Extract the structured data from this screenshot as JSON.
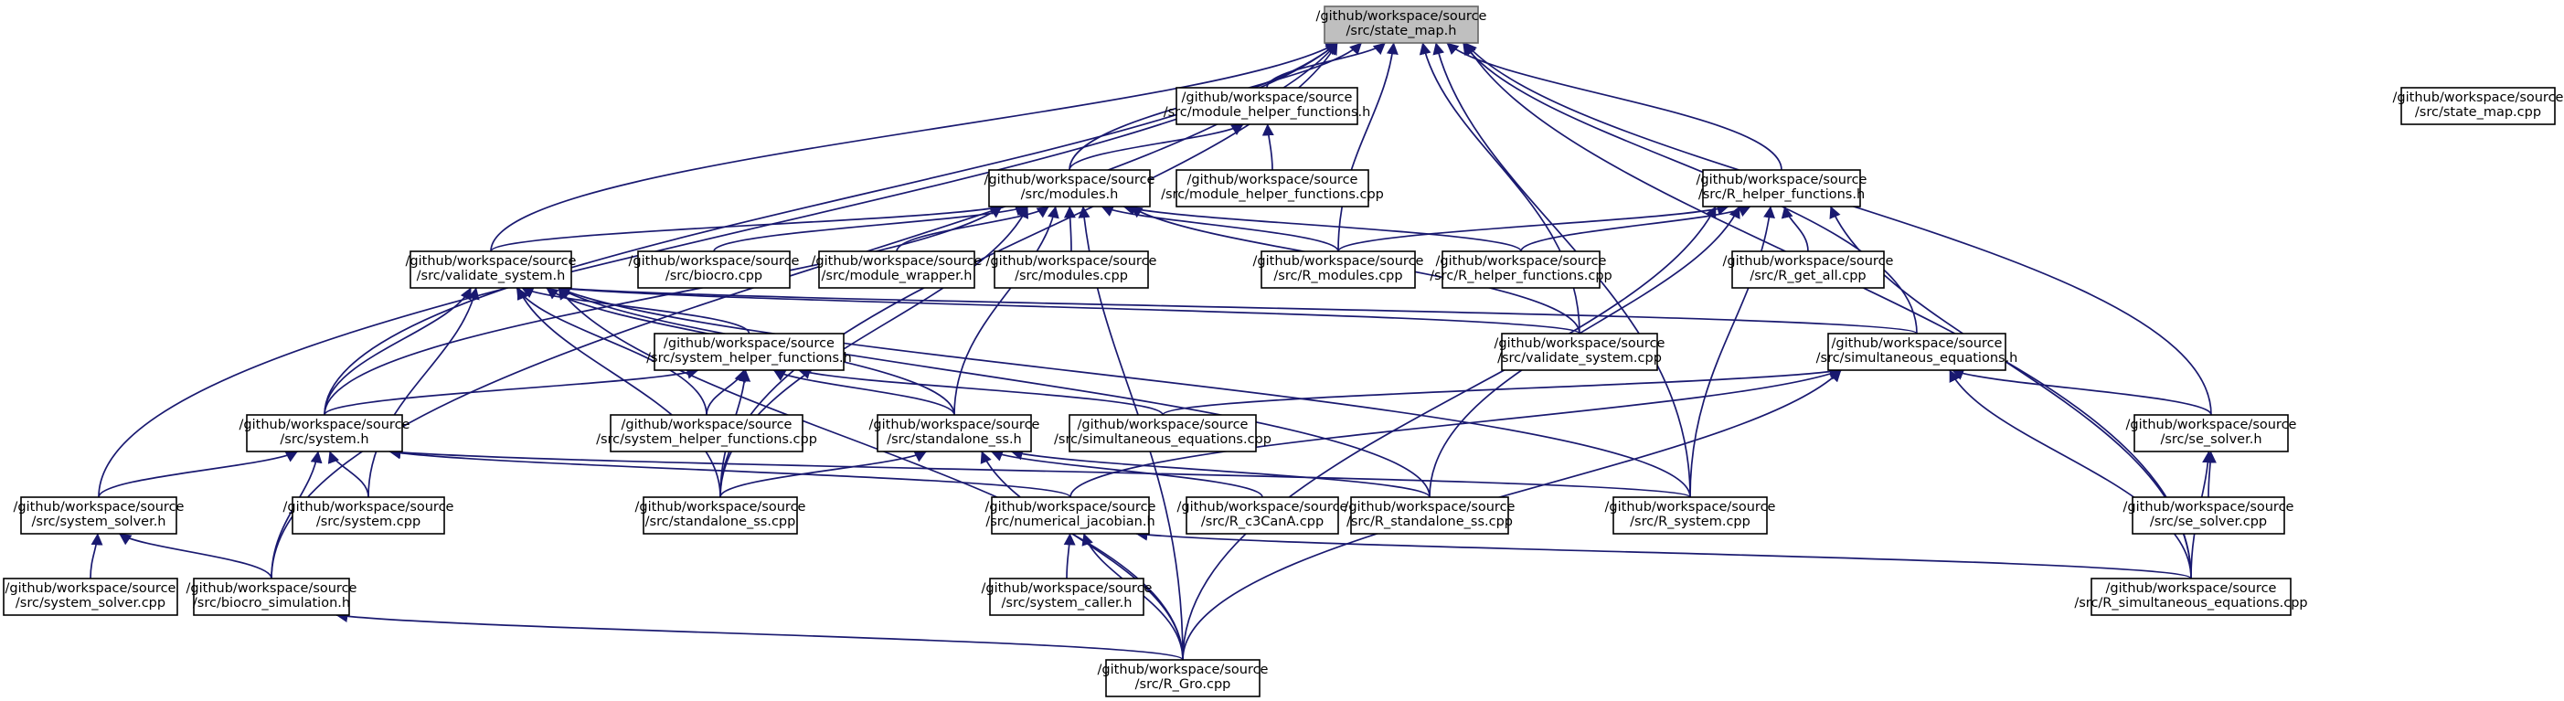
{
  "title": "",
  "colors": {
    "edge": "#191970",
    "node_border": "#000000",
    "root_fill": "#bfbfbf",
    "node_fill": "#ffffff"
  },
  "nodes": [
    {
      "id": "state_map_h",
      "line1": "/github/workspace/source",
      "line2": "/src/state_map.h",
      "root": true
    },
    {
      "id": "state_map_cpp",
      "line1": "/github/workspace/source",
      "line2": "/src/state_map.cpp"
    },
    {
      "id": "module_helper_functions_h",
      "line1": "/github/workspace/source",
      "line2": "/src/module_helper_functions.h"
    },
    {
      "id": "module_helper_functions_cpp",
      "line1": "/github/workspace/source",
      "line2": "/src/module_helper_functions.cpp"
    },
    {
      "id": "modules_h",
      "line1": "/github/workspace/source",
      "line2": "/src/modules.h"
    },
    {
      "id": "R_helper_functions_h",
      "line1": "/github/workspace/source",
      "line2": "/src/R_helper_functions.h"
    },
    {
      "id": "validate_system_h",
      "line1": "/github/workspace/source",
      "line2": "/src/validate_system.h"
    },
    {
      "id": "biocro_cpp",
      "line1": "/github/workspace/source",
      "line2": "/src/biocro.cpp"
    },
    {
      "id": "module_wrapper_h",
      "line1": "/github/workspace/source",
      "line2": "/src/module_wrapper.h"
    },
    {
      "id": "modules_cpp",
      "line1": "/github/workspace/source",
      "line2": "/src/modules.cpp"
    },
    {
      "id": "R_modules_cpp",
      "line1": "/github/workspace/source",
      "line2": "/src/R_modules.cpp"
    },
    {
      "id": "R_helper_functions_cpp",
      "line1": "/github/workspace/source",
      "line2": "/src/R_helper_functions.cpp"
    },
    {
      "id": "R_get_all_cpp",
      "line1": "/github/workspace/source",
      "line2": "/src/R_get_all.cpp"
    },
    {
      "id": "system_helper_functions_h",
      "line1": "/github/workspace/source",
      "line2": "/src/system_helper_functions.h"
    },
    {
      "id": "validate_system_cpp",
      "line1": "/github/workspace/source",
      "line2": "/src/validate_system.cpp"
    },
    {
      "id": "simultaneous_equations_h",
      "line1": "/github/workspace/source",
      "line2": "/src/simultaneous_equations.h"
    },
    {
      "id": "system_h",
      "line1": "/github/workspace/source",
      "line2": "/src/system.h"
    },
    {
      "id": "system_helper_functions_cpp",
      "line1": "/github/workspace/source",
      "line2": "/src/system_helper_functions.cpp"
    },
    {
      "id": "standalone_ss_h",
      "line1": "/github/workspace/source",
      "line2": "/src/standalone_ss.h"
    },
    {
      "id": "simultaneous_equations_cpp",
      "line1": "/github/workspace/source",
      "line2": "/src/simultaneous_equations.cpp"
    },
    {
      "id": "se_solver_h",
      "line1": "/github/workspace/source",
      "line2": "/src/se_solver.h"
    },
    {
      "id": "system_solver_h",
      "line1": "/github/workspace/source",
      "line2": "/src/system_solver.h"
    },
    {
      "id": "system_cpp",
      "line1": "/github/workspace/source",
      "line2": "/src/system.cpp"
    },
    {
      "id": "standalone_ss_cpp",
      "line1": "/github/workspace/source",
      "line2": "/src/standalone_ss.cpp"
    },
    {
      "id": "numerical_jacobian_h",
      "line1": "/github/workspace/source",
      "line2": "/src/numerical_jacobian.h"
    },
    {
      "id": "R_c3CanA_cpp",
      "line1": "/github/workspace/source",
      "line2": "/src/R_c3CanA.cpp"
    },
    {
      "id": "R_standalone_ss_cpp",
      "line1": "/github/workspace/source",
      "line2": "/src/R_standalone_ss.cpp"
    },
    {
      "id": "R_system_cpp",
      "line1": "/github/workspace/source",
      "line2": "/src/R_system.cpp"
    },
    {
      "id": "se_solver_cpp",
      "line1": "/github/workspace/source",
      "line2": "/src/se_solver.cpp"
    },
    {
      "id": "system_solver_cpp",
      "line1": "/github/workspace/source",
      "line2": "/src/system_solver.cpp"
    },
    {
      "id": "biocro_simulation_h",
      "line1": "/github/workspace/source",
      "line2": "/src/biocro_simulation.h"
    },
    {
      "id": "system_caller_h",
      "line1": "/github/workspace/source",
      "line2": "/src/system_caller.h"
    },
    {
      "id": "R_simultaneous_equations_cpp",
      "line1": "/github/workspace/source",
      "line2": "/src/R_simultaneous_equations.cpp"
    },
    {
      "id": "R_Gro_cpp",
      "line1": "/github/workspace/source",
      "line2": "/src/R_Gro.cpp"
    }
  ],
  "edges": [
    {
      "from": "module_helper_functions_h",
      "to": "state_map_h"
    },
    {
      "from": "modules_h",
      "to": "state_map_h"
    },
    {
      "from": "R_helper_functions_h",
      "to": "state_map_h"
    },
    {
      "from": "validate_system_h",
      "to": "state_map_h"
    },
    {
      "from": "R_modules_cpp",
      "to": "state_map_h"
    },
    {
      "from": "validate_system_cpp",
      "to": "state_map_h"
    },
    {
      "from": "simultaneous_equations_h",
      "to": "state_map_h"
    },
    {
      "from": "system_h",
      "to": "state_map_h"
    },
    {
      "from": "standalone_ss_cpp",
      "to": "state_map_h"
    },
    {
      "from": "se_solver_h",
      "to": "state_map_h"
    },
    {
      "from": "system_solver_h",
      "to": "state_map_h"
    },
    {
      "from": "biocro_simulation_h",
      "to": "state_map_h"
    },
    {
      "from": "R_system_cpp",
      "to": "state_map_h"
    },
    {
      "from": "R_simultaneous_equations_cpp",
      "to": "state_map_h"
    },
    {
      "from": "module_helper_functions_cpp",
      "to": "module_helper_functions_h"
    },
    {
      "from": "modules_h",
      "to": "module_helper_functions_h"
    },
    {
      "from": "validate_system_h",
      "to": "modules_h"
    },
    {
      "from": "biocro_cpp",
      "to": "modules_h"
    },
    {
      "from": "module_wrapper_h",
      "to": "modules_h"
    },
    {
      "from": "modules_cpp",
      "to": "modules_h"
    },
    {
      "from": "R_modules_cpp",
      "to": "modules_h"
    },
    {
      "from": "R_helper_functions_cpp",
      "to": "modules_h"
    },
    {
      "from": "validate_system_cpp",
      "to": "modules_h"
    },
    {
      "from": "system_h",
      "to": "modules_h"
    },
    {
      "from": "standalone_ss_h",
      "to": "modules_h"
    },
    {
      "from": "standalone_ss_cpp",
      "to": "modules_h"
    },
    {
      "from": "R_Gro_cpp",
      "to": "modules_h"
    },
    {
      "from": "R_modules_cpp",
      "to": "R_helper_functions_h"
    },
    {
      "from": "R_helper_functions_cpp",
      "to": "R_helper_functions_h"
    },
    {
      "from": "R_get_all_cpp",
      "to": "R_helper_functions_h"
    },
    {
      "from": "R_system_cpp",
      "to": "R_helper_functions_h"
    },
    {
      "from": "R_standalone_ss_cpp",
      "to": "R_helper_functions_h"
    },
    {
      "from": "R_simultaneous_equations_cpp",
      "to": "R_helper_functions_h"
    },
    {
      "from": "R_Gro_cpp",
      "to": "R_helper_functions_h"
    },
    {
      "from": "system_helper_functions_h",
      "to": "validate_system_h"
    },
    {
      "from": "validate_system_cpp",
      "to": "validate_system_h"
    },
    {
      "from": "simultaneous_equations_h",
      "to": "validate_system_h"
    },
    {
      "from": "system_h",
      "to": "validate_system_h"
    },
    {
      "from": "system_helper_functions_cpp",
      "to": "validate_system_h"
    },
    {
      "from": "standalone_ss_h",
      "to": "validate_system_h"
    },
    {
      "from": "system_cpp",
      "to": "validate_system_h"
    },
    {
      "from": "standalone_ss_cpp",
      "to": "validate_system_h"
    },
    {
      "from": "R_standalone_ss_cpp",
      "to": "validate_system_h"
    },
    {
      "from": "R_system_cpp",
      "to": "validate_system_h"
    },
    {
      "from": "R_Gro_cpp",
      "to": "validate_system_h"
    },
    {
      "from": "system_h",
      "to": "system_helper_functions_h"
    },
    {
      "from": "system_helper_functions_cpp",
      "to": "system_helper_functions_h"
    },
    {
      "from": "standalone_ss_h",
      "to": "system_helper_functions_h"
    },
    {
      "from": "simultaneous_equations_cpp",
      "to": "system_helper_functions_h"
    },
    {
      "from": "standalone_ss_cpp",
      "to": "system_helper_functions_h"
    },
    {
      "from": "simultaneous_equations_cpp",
      "to": "simultaneous_equations_h"
    },
    {
      "from": "se_solver_h",
      "to": "simultaneous_equations_h"
    },
    {
      "from": "numerical_jacobian_h",
      "to": "simultaneous_equations_h"
    },
    {
      "from": "R_simultaneous_equations_cpp",
      "to": "simultaneous_equations_h"
    },
    {
      "from": "R_Gro_cpp",
      "to": "simultaneous_equations_h"
    },
    {
      "from": "system_solver_h",
      "to": "system_h"
    },
    {
      "from": "system_cpp",
      "to": "system_h"
    },
    {
      "from": "biocro_simulation_h",
      "to": "system_h"
    },
    {
      "from": "numerical_jacobian_h",
      "to": "system_h"
    },
    {
      "from": "R_system_cpp",
      "to": "system_h"
    },
    {
      "from": "standalone_ss_cpp",
      "to": "standalone_ss_h"
    },
    {
      "from": "R_c3CanA_cpp",
      "to": "standalone_ss_h"
    },
    {
      "from": "R_standalone_ss_cpp",
      "to": "standalone_ss_h"
    },
    {
      "from": "R_Gro_cpp",
      "to": "standalone_ss_h"
    },
    {
      "from": "se_solver_cpp",
      "to": "se_solver_h"
    },
    {
      "from": "R_simultaneous_equations_cpp",
      "to": "se_solver_h"
    },
    {
      "from": "system_solver_cpp",
      "to": "system_solver_h"
    },
    {
      "from": "biocro_simulation_h",
      "to": "system_solver_h"
    },
    {
      "from": "system_caller_h",
      "to": "numerical_jacobian_h"
    },
    {
      "from": "R_Gro_cpp",
      "to": "numerical_jacobian_h"
    },
    {
      "from": "R_simultaneous_equations_cpp",
      "to": "numerical_jacobian_h"
    },
    {
      "from": "R_Gro_cpp",
      "to": "biocro_simulation_h"
    }
  ]
}
